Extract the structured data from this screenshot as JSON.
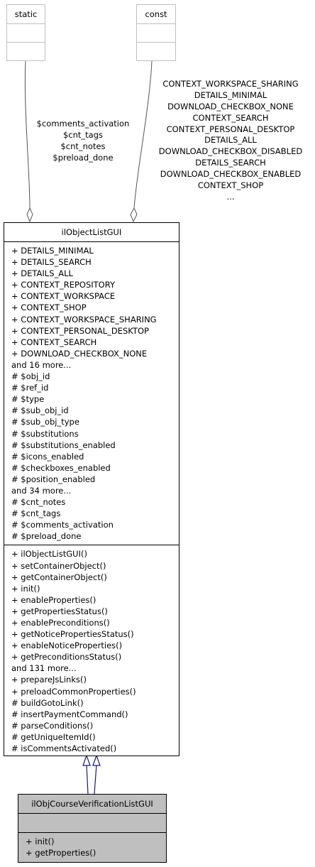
{
  "static_box": {
    "title": "static"
  },
  "const_box": {
    "title": "const"
  },
  "edge_label_static": [
    "$comments_activation",
    "$cnt_tags",
    "$cnt_notes",
    "$preload_done"
  ],
  "edge_label_const": [
    "CONTEXT_WORKSPACE_SHARING",
    "DETAILS_MINIMAL",
    "DOWNLOAD_CHECKBOX_NONE",
    "CONTEXT_SEARCH",
    "CONTEXT_PERSONAL_DESKTOP",
    "DETAILS_ALL",
    "DOWNLOAD_CHECKBOX_DISABLED",
    "DETAILS_SEARCH",
    "DOWNLOAD_CHECKBOX_ENABLED",
    "CONTEXT_SHOP",
    "..."
  ],
  "parent_class": {
    "title": "ilObjectListGUI",
    "attributes": [
      "+ DETAILS_MINIMAL",
      "+ DETAILS_SEARCH",
      "+ DETAILS_ALL",
      "+ CONTEXT_REPOSITORY",
      "+ CONTEXT_WORKSPACE",
      "+ CONTEXT_SHOP",
      "+ CONTEXT_WORKSPACE_SHARING",
      "+ CONTEXT_PERSONAL_DESKTOP",
      "+ CONTEXT_SEARCH",
      "+ DOWNLOAD_CHECKBOX_NONE",
      "and 16 more...",
      "# $obj_id",
      "# $ref_id",
      "# $type",
      "# $sub_obj_id",
      "# $sub_obj_type",
      "# $substitutions",
      "# $substitutions_enabled",
      "# $icons_enabled",
      "# $checkboxes_enabled",
      "# $position_enabled",
      "and 34 more...",
      "# $cnt_notes",
      "# $cnt_tags",
      "# $comments_activation",
      "# $preload_done"
    ],
    "methods": [
      "+ ilObjectListGUI()",
      "+ setContainerObject()",
      "+ getContainerObject()",
      "+ init()",
      "+ enableProperties()",
      "+ getPropertiesStatus()",
      "+ enablePreconditions()",
      "+ getNoticePropertiesStatus()",
      "+ enableNoticeProperties()",
      "+ getPreconditionsStatus()",
      "and 131 more...",
      "+ prepareJsLinks()",
      "+ preloadCommonProperties()",
      "# buildGotoLink()",
      "# insertPaymentCommand()",
      "# parseConditions()",
      "# getUniqueItemId()",
      "# isCommentsActivated()"
    ]
  },
  "child_class": {
    "title": "ilObjCourseVerificationListGUI",
    "methods": [
      "+ init()",
      "+ getProperties()"
    ]
  }
}
